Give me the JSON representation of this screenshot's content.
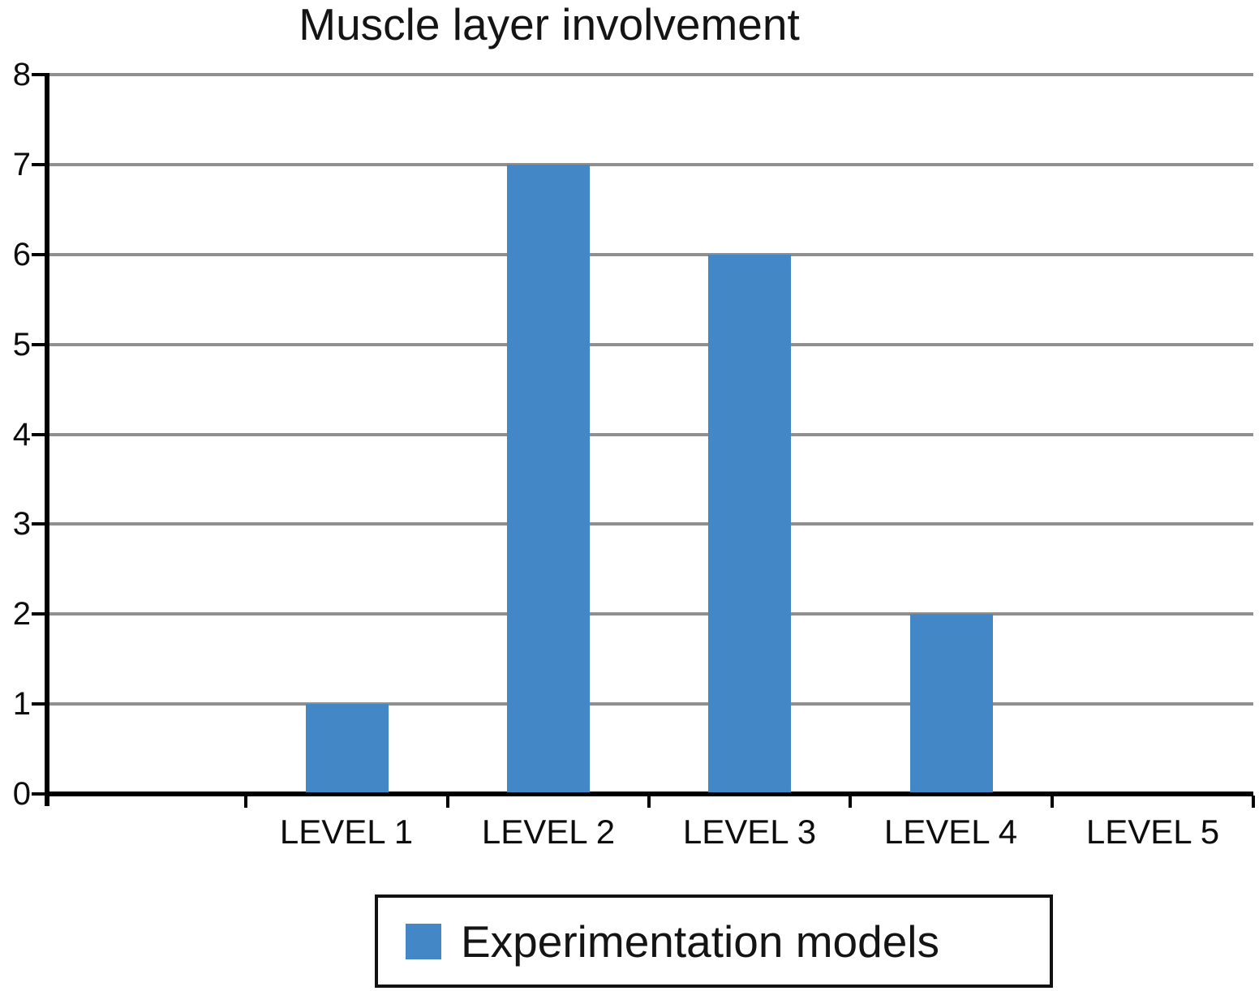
{
  "chart_data": {
    "type": "bar",
    "title": "Muscle layer involvement",
    "categories": [
      "LEVEL 1",
      "LEVEL 2",
      "LEVEL 3",
      "LEVEL 4",
      "LEVEL 5"
    ],
    "values": [
      1,
      7,
      6,
      2,
      0
    ],
    "series": [
      {
        "name": "Experimentation models",
        "values": [
          1,
          7,
          6,
          2,
          0
        ]
      }
    ],
    "legend": {
      "label": "Experimentation models",
      "position": "bottom-center"
    },
    "xlabel": "",
    "ylabel": "",
    "ylim": [
      0,
      8
    ],
    "yticks": [
      0,
      1,
      2,
      3,
      4,
      5,
      6,
      7,
      8
    ],
    "grid": true,
    "leading_empty_slots": 1,
    "colors": {
      "bar": "#4387c7",
      "gridline": "#8f8f8f",
      "axis": "#000000",
      "text": "#141414",
      "background": "#ffffff",
      "legend_border": "#111111"
    }
  }
}
